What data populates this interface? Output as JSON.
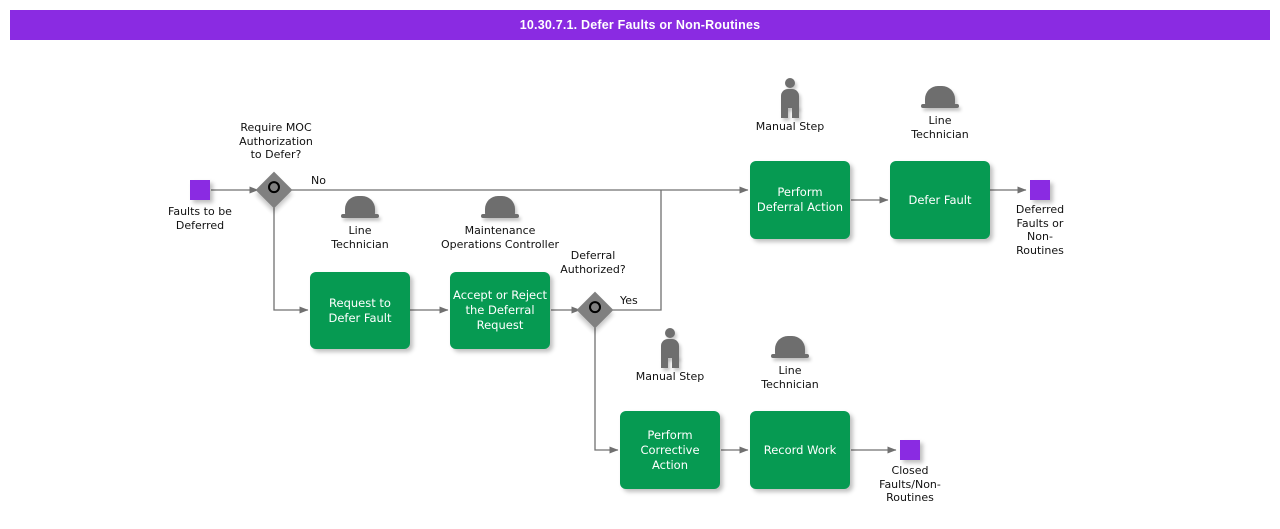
{
  "header": {
    "title": "10.30.7.1. Defer Faults or Non-Routines",
    "bar_color": "#8A2BE2",
    "text_color": "#FFFFFF"
  },
  "theme": {
    "task_fill": "#069A52",
    "task_text": "#FFFFFF",
    "event_fill": "#8A2BE2",
    "gateway_fill": "#808080",
    "icon_fill": "#6E6E6E",
    "connector": "#707070",
    "background": "#FFFFFF"
  },
  "diagram": {
    "type": "bpmn-process-flow",
    "events": [
      {
        "id": "start",
        "name": "start-event",
        "label": "Faults to be\nDeferred"
      },
      {
        "id": "end_defer",
        "name": "end-event-deferred",
        "label": "Deferred\nFaults or\nNon-\nRoutines"
      },
      {
        "id": "end_closed",
        "name": "end-event-closed",
        "label": "Closed\nFaults/Non-\nRoutines"
      }
    ],
    "gateways": [
      {
        "id": "gw1",
        "label": "Require MOC\nAuthorization\nto Defer?"
      },
      {
        "id": "gw2",
        "label": "Deferral\nAuthorized?"
      }
    ],
    "flow_labels": {
      "gw1_no": "No",
      "gw2_yes": "Yes"
    },
    "tasks": [
      {
        "id": "t_request",
        "label": "Request to\nDefer Fault",
        "role": "Line\nTechnician",
        "role_icon": "role-hat-icon"
      },
      {
        "id": "t_accept",
        "label": "Accept or Reject\nthe Deferral\nRequest",
        "role": "Maintenance\nOperations Controller",
        "role_icon": "role-hat-icon"
      },
      {
        "id": "t_deferral",
        "label": "Perform\nDeferral Action",
        "role": "Manual Step",
        "role_icon": "manual-step-person-icon"
      },
      {
        "id": "t_defer",
        "label": "Defer Fault",
        "role": "Line\nTechnician",
        "role_icon": "role-hat-icon"
      },
      {
        "id": "t_corrective",
        "label": "Perform\nCorrective\nAction",
        "role": "Manual Step",
        "role_icon": "manual-step-person-icon"
      },
      {
        "id": "t_record",
        "label": "Record Work",
        "role": "Line\nTechnician",
        "role_icon": "role-hat-icon"
      }
    ]
  }
}
